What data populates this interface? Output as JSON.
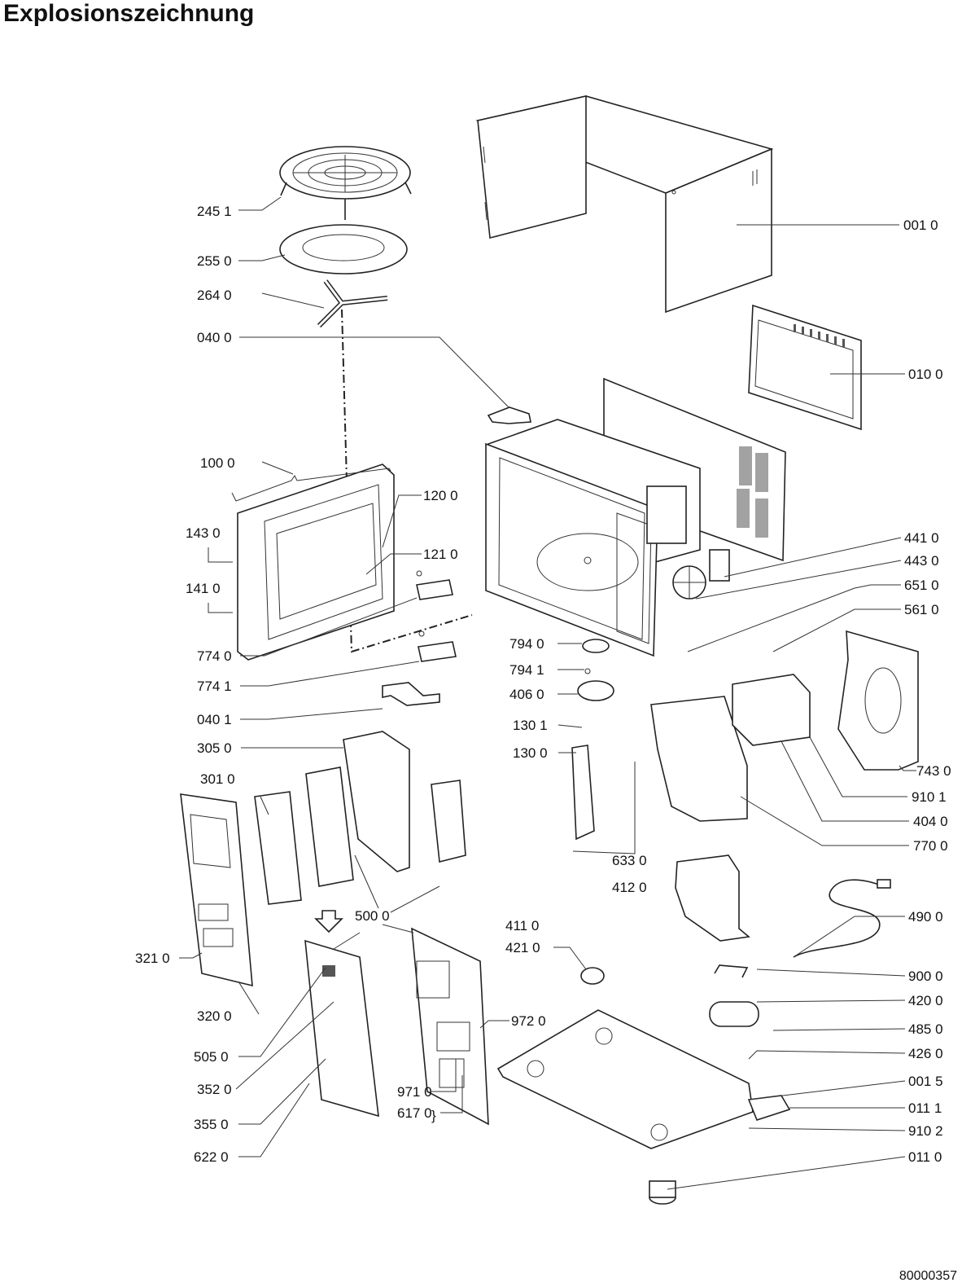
{
  "title": "Explosionszeichnung",
  "document_number": "80000357",
  "labels": [
    {
      "id": "l2451",
      "text": "245 1"
    },
    {
      "id": "l2550",
      "text": "255 0"
    },
    {
      "id": "l2640",
      "text": "264 0"
    },
    {
      "id": "l0400",
      "text": "040 0"
    },
    {
      "id": "l1000",
      "text": "100 0"
    },
    {
      "id": "l1200",
      "text": "120 0"
    },
    {
      "id": "l1430",
      "text": "143 0"
    },
    {
      "id": "l1210",
      "text": "121 0"
    },
    {
      "id": "l1410",
      "text": "141 0"
    },
    {
      "id": "l7740",
      "text": "774 0"
    },
    {
      "id": "l7741",
      "text": "774 1"
    },
    {
      "id": "l0401",
      "text": "040 1"
    },
    {
      "id": "l3050",
      "text": "305 0"
    },
    {
      "id": "l3010",
      "text": "301 0"
    },
    {
      "id": "l5000",
      "text": "500 0"
    },
    {
      "id": "l3210",
      "text": "321 0"
    },
    {
      "id": "l3200",
      "text": "320 0"
    },
    {
      "id": "l5050",
      "text": "505 0"
    },
    {
      "id": "l3520",
      "text": "352 0"
    },
    {
      "id": "l3550",
      "text": "355 0"
    },
    {
      "id": "l6220",
      "text": "622 0"
    },
    {
      "id": "l7940",
      "text": "794 0"
    },
    {
      "id": "l7941",
      "text": "794 1"
    },
    {
      "id": "l4060",
      "text": "406 0"
    },
    {
      "id": "l1301",
      "text": "130 1"
    },
    {
      "id": "l1300",
      "text": "130 0"
    },
    {
      "id": "l6330",
      "text": "633 0"
    },
    {
      "id": "l4120",
      "text": "412 0"
    },
    {
      "id": "l4110",
      "text": "411 0"
    },
    {
      "id": "l4210",
      "text": "421 0"
    },
    {
      "id": "l9720",
      "text": "972 0"
    },
    {
      "id": "l9710",
      "text": "971 0"
    },
    {
      "id": "l6170",
      "text": "617 0"
    },
    {
      "id": "l0010",
      "text": "001 0"
    },
    {
      "id": "l0100",
      "text": "010 0"
    },
    {
      "id": "l4410",
      "text": "441 0"
    },
    {
      "id": "l4430",
      "text": "443 0"
    },
    {
      "id": "l6510",
      "text": "651 0"
    },
    {
      "id": "l5610",
      "text": "561 0"
    },
    {
      "id": "l7430",
      "text": "743 0"
    },
    {
      "id": "l9101",
      "text": "910 1"
    },
    {
      "id": "l4040",
      "text": "404 0"
    },
    {
      "id": "l7700",
      "text": "770 0"
    },
    {
      "id": "l4900",
      "text": "490 0"
    },
    {
      "id": "l9000",
      "text": "900 0"
    },
    {
      "id": "l4200",
      "text": "420 0"
    },
    {
      "id": "l4850",
      "text": "485 0"
    },
    {
      "id": "l4260",
      "text": "426 0"
    },
    {
      "id": "l0015",
      "text": "001 5"
    },
    {
      "id": "l0111",
      "text": "011 1"
    },
    {
      "id": "l9102",
      "text": "910 2"
    },
    {
      "id": "l0110",
      "text": "011 0"
    }
  ]
}
